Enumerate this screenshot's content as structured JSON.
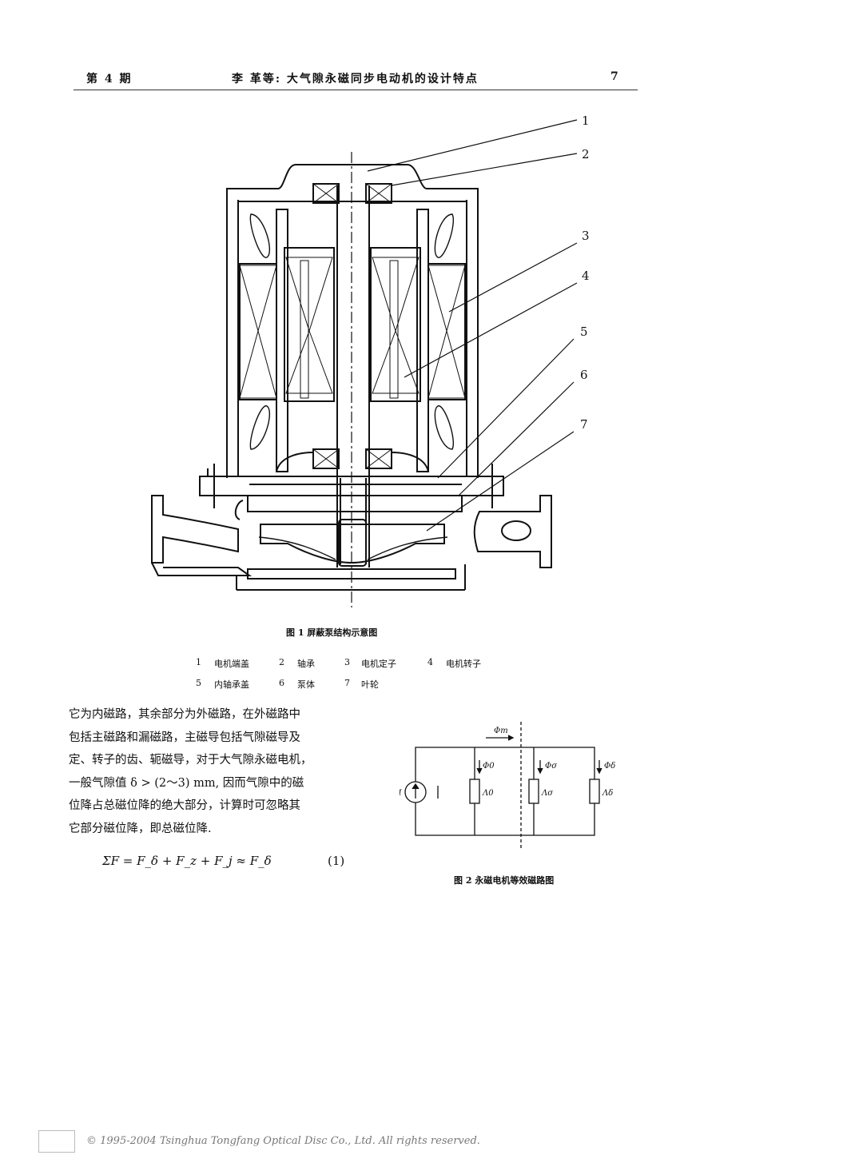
{
  "header": {
    "issue": "第 4 期",
    "title": "李 革等: 大气隙永磁同步电动机的设计特点",
    "page_number": "7"
  },
  "figure1": {
    "callouts": [
      "1",
      "2",
      "3",
      "4",
      "5",
      "6",
      "7"
    ],
    "caption": "图 1    屏蔽泵结构示意图",
    "legend": [
      {
        "num": "1",
        "text": "电机端盖"
      },
      {
        "num": "2",
        "text": "轴承"
      },
      {
        "num": "3",
        "text": "电机定子"
      },
      {
        "num": "4",
        "text": "电机转子"
      },
      {
        "num": "5",
        "text": "内轴承盖"
      },
      {
        "num": "6",
        "text": "泵体"
      },
      {
        "num": "7",
        "text": "叶轮"
      }
    ]
  },
  "body": {
    "lines": [
      "它为内磁路，其余部分为外磁路，在外磁路中",
      "包括主磁路和漏磁路，主磁导包括气隙磁导及",
      "定、转子的齿、轭磁导，对于大气隙永磁电机，",
      "一般气隙值 δ > (2～3) mm, 因而气隙中的磁",
      "位降占总磁位降的绝大部分，计算时可忽略其",
      "它部分磁位降，即总磁位降."
    ],
    "formula": "ΣF = F_δ + F_z + F_j ≈ F_δ",
    "equation_number": "(1)"
  },
  "figure2": {
    "labels": {
      "phi_m": "Φm",
      "phi_M": "ΦM",
      "phi_0": "Φ0",
      "phi_sigma": "Φσ",
      "phi_delta": "Φδ",
      "lambda_0": "Λ0",
      "lambda_sigma": "Λσ",
      "lambda_delta": "Λδ"
    },
    "caption": "图 2    永磁电机等效磁路图"
  },
  "footer": {
    "copyright": "© 1995-2004 Tsinghua Tongfang Optical Disc Co., Ltd.   All rights reserved."
  }
}
